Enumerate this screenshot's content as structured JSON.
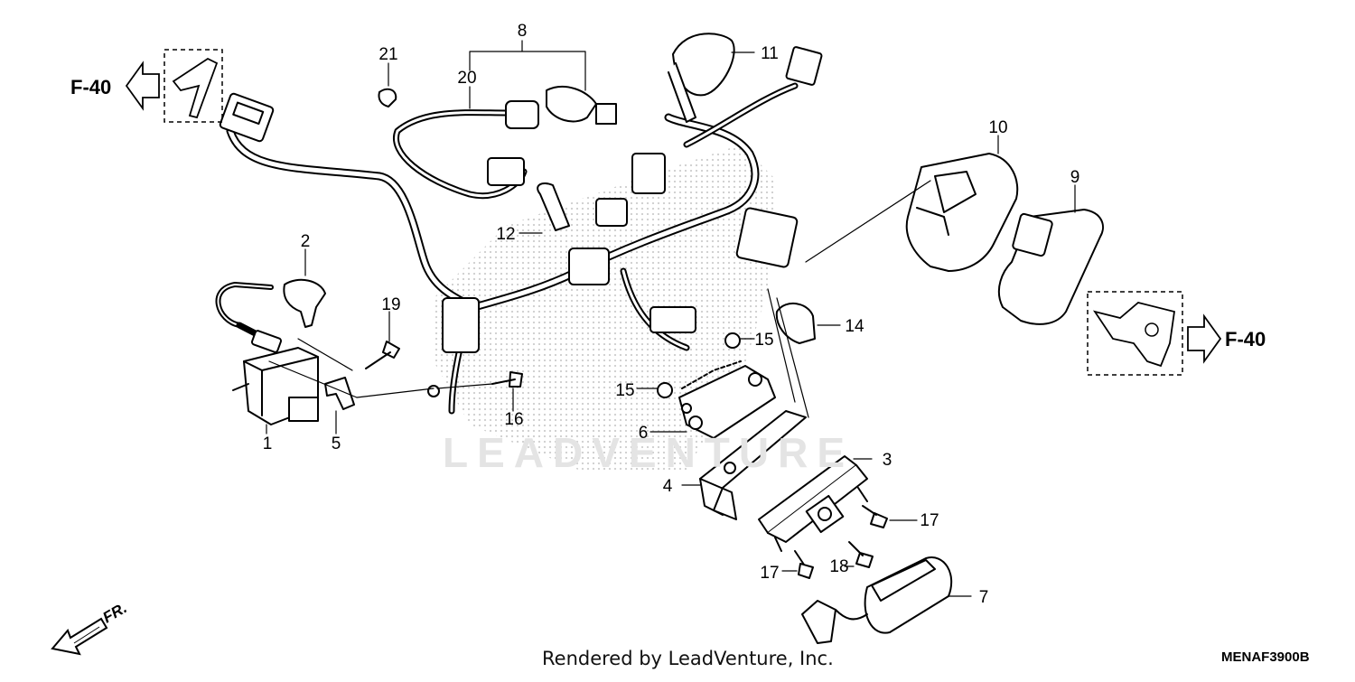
{
  "diagram": {
    "watermark": "LEADVENTURE",
    "footer": "Rendered by LeadVenture, Inc.",
    "diagram_code": "MENAF3900B",
    "ref_left": "F-40",
    "ref_right": "F-40",
    "front_label": "FR.",
    "callouts": {
      "c1": "1",
      "c2": "2",
      "c3": "3",
      "c4": "4",
      "c5": "5",
      "c6": "6",
      "c7": "7",
      "c8": "8",
      "c9": "9",
      "c10": "10",
      "c11": "11",
      "c12": "12",
      "c14": "14",
      "c15a": "15",
      "c15b": "15",
      "c16": "16",
      "c17a": "17",
      "c17b": "17",
      "c18": "18",
      "c19": "19",
      "c20": "20",
      "c21": "21"
    },
    "colors": {
      "line": "#000000",
      "part_fill": "#ffffff",
      "shadow_dot": "#c8c8c8"
    }
  }
}
